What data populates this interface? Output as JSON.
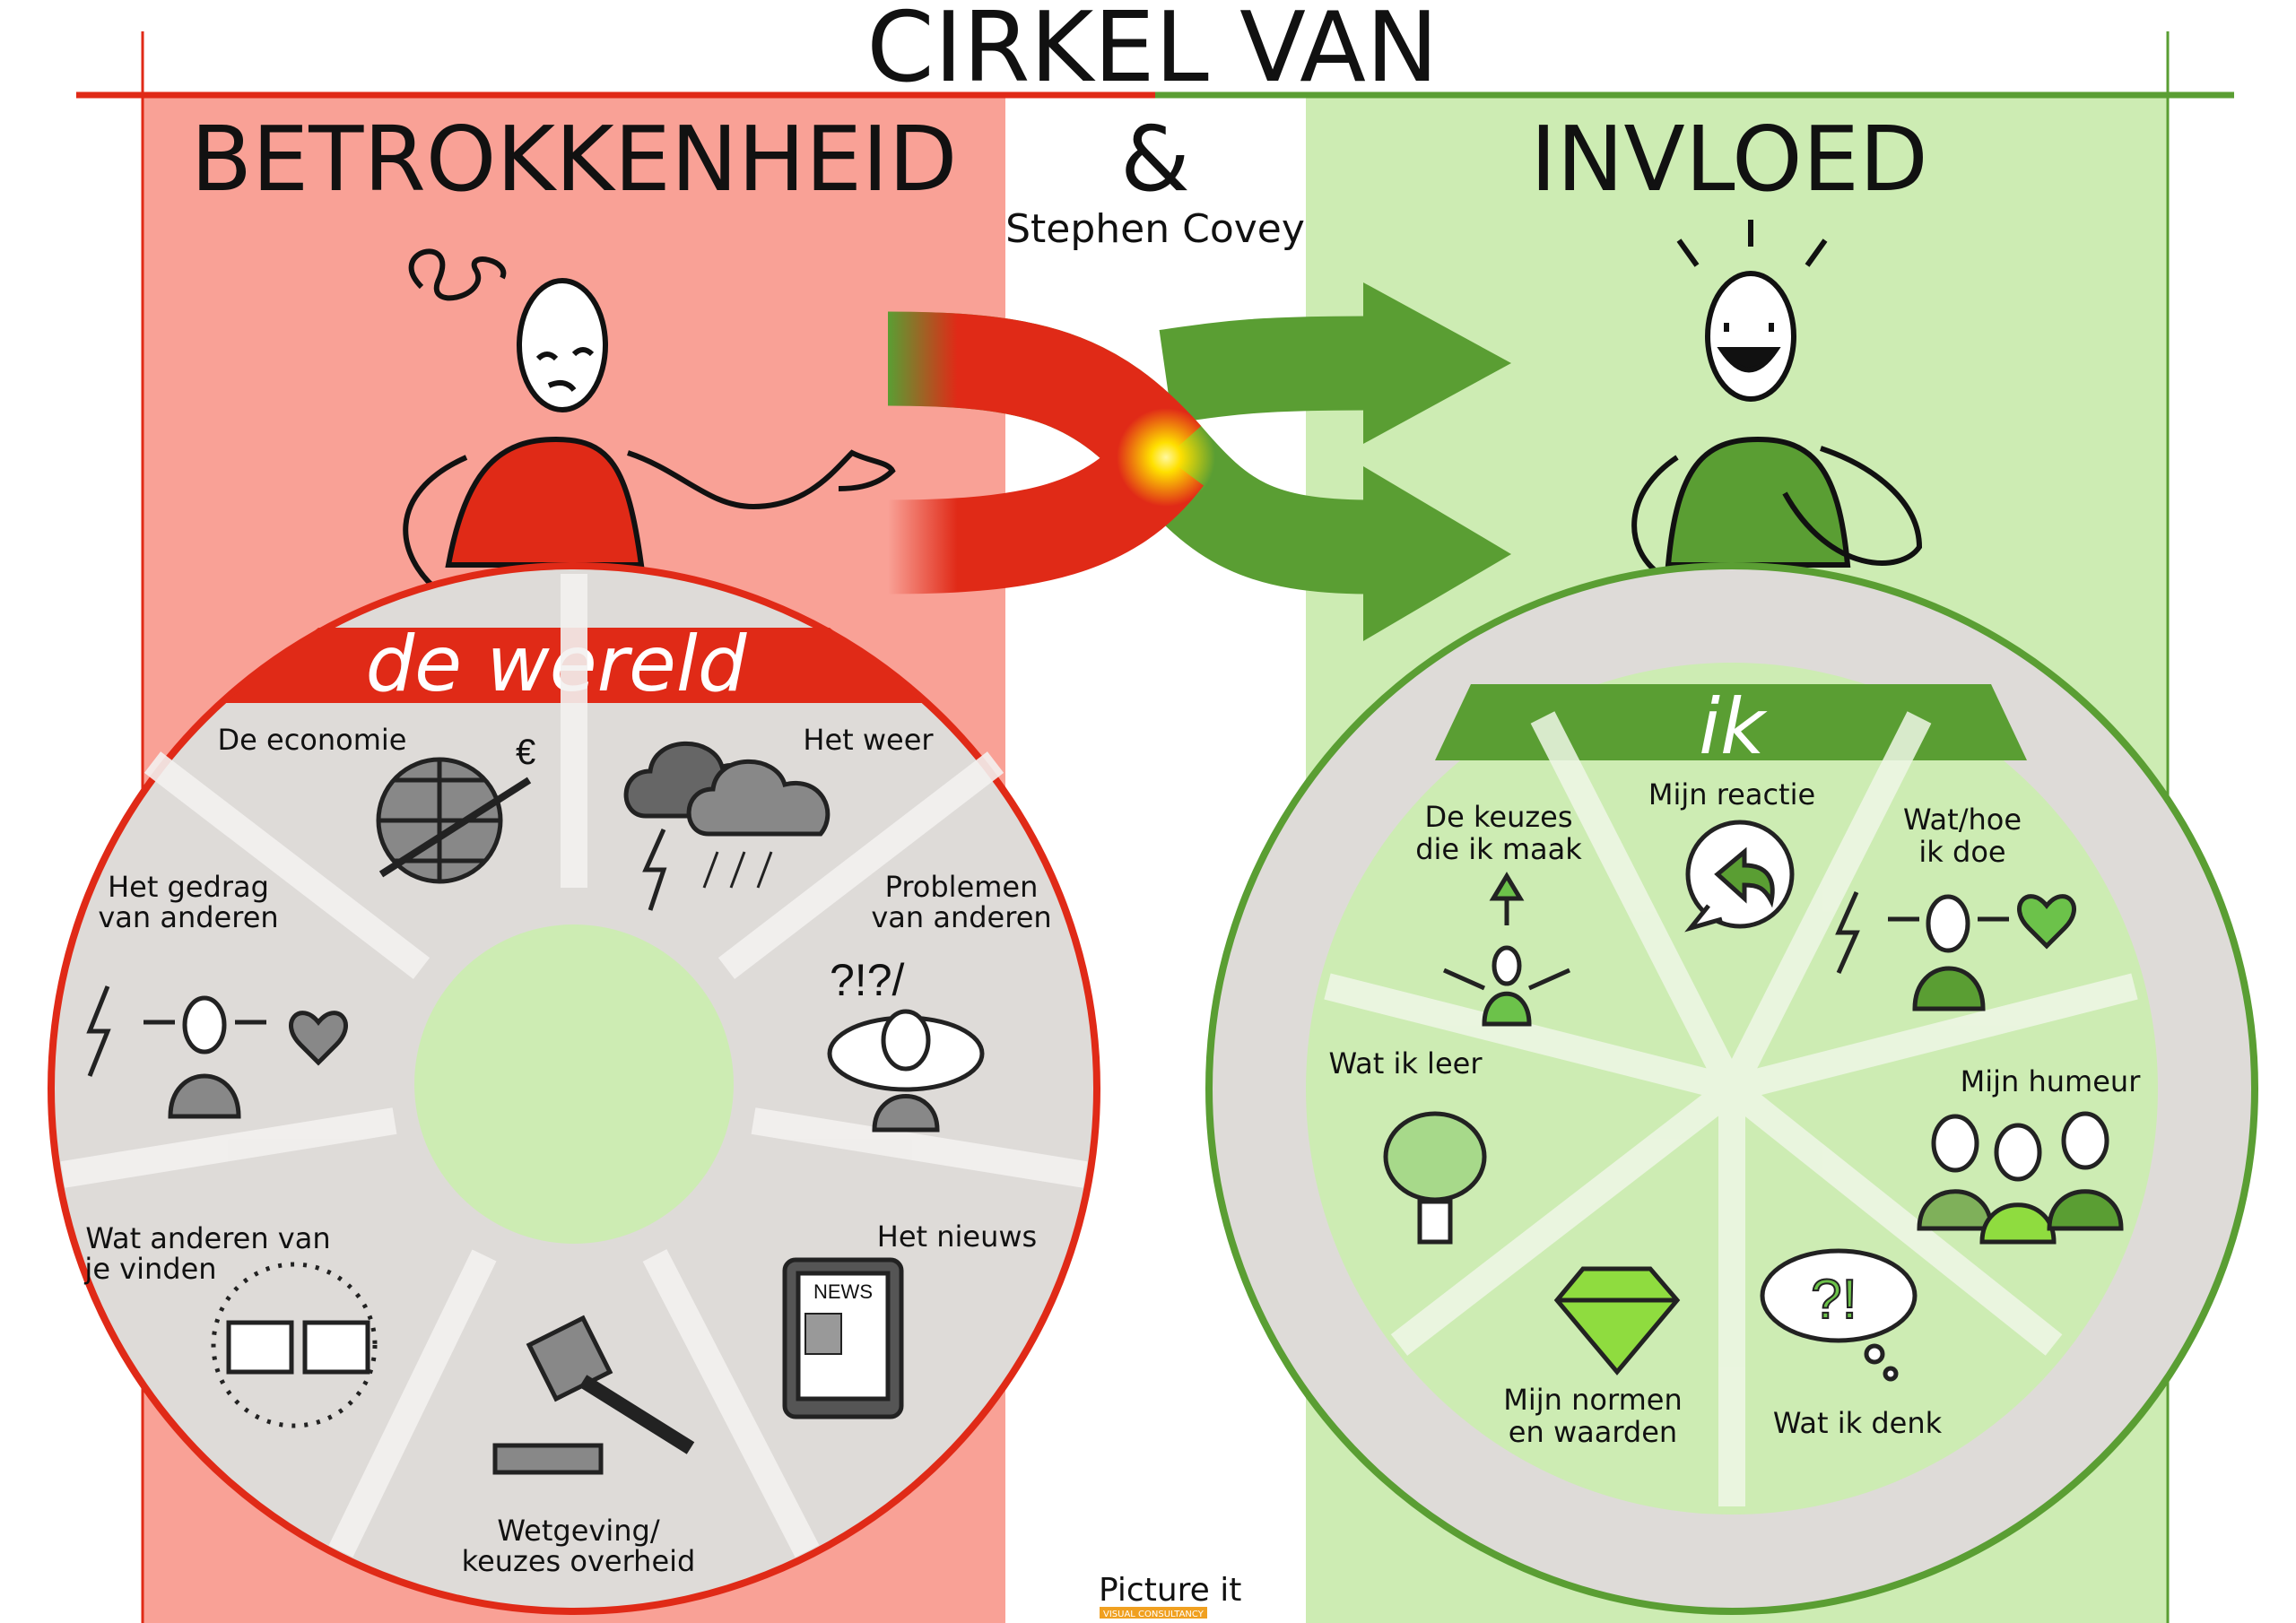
{
  "title": {
    "line1": "CIRKEL VAN",
    "left": "BETROKKENHEID",
    "amp": "&",
    "right": "INVLOED",
    "author": "Stephen Covey"
  },
  "colors": {
    "red": "#e02a17",
    "red_panel": "#f9a196",
    "green": "#5a9e33",
    "green_panel": "#cdecb3",
    "gray": "#dedbd8"
  },
  "left_circle": {
    "band": "de wereld",
    "items": [
      {
        "label": [
          "De economie"
        ],
        "icon": "globe-euro-icon"
      },
      {
        "label": [
          "Het weer"
        ],
        "icon": "storm-cloud-icon"
      },
      {
        "label": [
          "Het gedrag",
          "van anderen"
        ],
        "icon": "behaviour-icon"
      },
      {
        "label": [
          "Problemen",
          "van anderen"
        ],
        "icon": "worried-person-icon"
      },
      {
        "label": [
          "Wat anderen van",
          "je vinden"
        ],
        "icon": "thumbs-icon"
      },
      {
        "label": [
          "Het nieuws"
        ],
        "icon": "news-tablet-icon"
      },
      {
        "label": [
          "Wetgeving/",
          "keuzes overheid"
        ],
        "icon": "gavel-icon"
      }
    ],
    "news_text": "NEWS"
  },
  "right_circle": {
    "band": "ik",
    "items": [
      {
        "label": [
          "De keuzes",
          "die ik maak"
        ],
        "icon": "choices-icon"
      },
      {
        "label": [
          "Mijn reactie"
        ],
        "icon": "reply-bubble-icon"
      },
      {
        "label": [
          "Wat/hoe",
          "ik doe"
        ],
        "icon": "behaviour-icon"
      },
      {
        "label": [
          "Wat ik leer"
        ],
        "icon": "brain-bulb-icon"
      },
      {
        "label": [
          "Mijn humeur"
        ],
        "icon": "moods-icon"
      },
      {
        "label": [
          "Mijn normen",
          "en waarden"
        ],
        "icon": "diamond-icon"
      },
      {
        "label": [
          "Wat ik denk"
        ],
        "icon": "thought-bubble-icon"
      }
    ],
    "thought_text": "?!"
  },
  "logo": {
    "name": "Picture it",
    "tagline": "VISUAL CONSULTANCY"
  }
}
